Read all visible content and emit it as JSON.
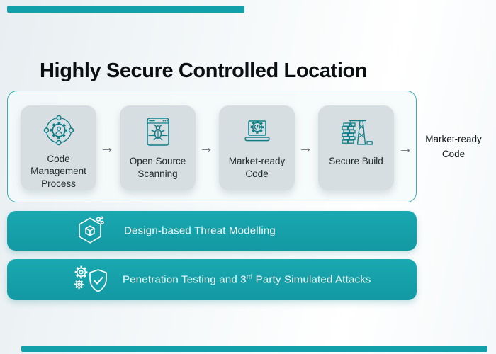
{
  "title": "Highly Secure Controlled Location",
  "pipeline": {
    "steps": [
      {
        "label": "Code Management Process",
        "icon": "code-management-gear-icon"
      },
      {
        "label": "Open Source Scanning",
        "icon": "browser-bug-scan-icon"
      },
      {
        "label": "Market-ready Code",
        "icon": "laptop-code-gear-icon"
      },
      {
        "label": "Secure Build",
        "icon": "bricks-crane-icon"
      }
    ],
    "arrow_glyph": "→",
    "output_label": "Market-ready Code"
  },
  "banners": [
    {
      "label": "Design-based Threat Modelling",
      "icon": "hexagon-cube-icon"
    },
    {
      "label_prefix": "Penetration Testing and 3",
      "label_superscript": "rd",
      "label_suffix": " Party Simulated Attacks",
      "icon": "gears-shield-check-icon"
    }
  ],
  "colors": {
    "accent_teal": "#12a1ab",
    "banner_teal": "#16a1ab",
    "icon_teal": "#0f7e88",
    "container_border": "#3cabb3",
    "step_box_fill": "#d6dee1",
    "arrow_gray": "#6d7478",
    "title_text": "#0c0f11",
    "step_label_text": "#1e282c",
    "banner_text": "#ffffff"
  }
}
